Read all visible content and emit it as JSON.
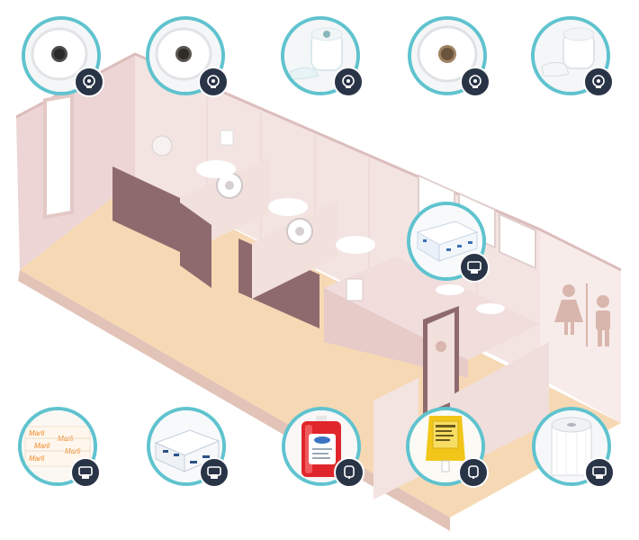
{
  "scene": {
    "colors": {
      "floor": "#f6d9b4",
      "wall_light": "#f4e6e4",
      "wall_dark": "#e6cfcf",
      "partition": "#8e6a6e",
      "accent_ring": "#5fc3cf",
      "badge_bg": "#2a3447",
      "fixture": "#ffffff"
    },
    "signage": [
      "woman-pictogram",
      "man-pictogram"
    ]
  },
  "products": [
    {
      "name": "jumbo-toilet-roll-1",
      "badge_icon": "toilet-paper-dispenser-icon"
    },
    {
      "name": "jumbo-toilet-roll-2",
      "badge_icon": "toilet-paper-dispenser-icon"
    },
    {
      "name": "small-core-toilet-roll",
      "badge_icon": "toilet-paper-dispenser-icon"
    },
    {
      "name": "jumbo-toilet-roll-kraft-core",
      "badge_icon": "toilet-paper-dispenser-icon"
    },
    {
      "name": "coreless-toilet-roll",
      "badge_icon": "toilet-paper-dispenser-icon"
    },
    {
      "name": "folded-paper-towel-pack",
      "badge_icon": "towel-dispenser-icon"
    },
    {
      "name": "marli-wrapped-towel-bundle",
      "badge_icon": "towel-dispenser-icon",
      "print": "Marli"
    },
    {
      "name": "multifold-towel-stack",
      "badge_icon": "towel-dispenser-icon"
    },
    {
      "name": "red-hand-soap-jug",
      "badge_icon": "soap-dispenser-icon"
    },
    {
      "name": "yellow-soap-refill-bag",
      "badge_icon": "soap-dispenser-icon"
    },
    {
      "name": "hardwound-towel-roll",
      "badge_icon": "towel-dispenser-icon"
    }
  ]
}
